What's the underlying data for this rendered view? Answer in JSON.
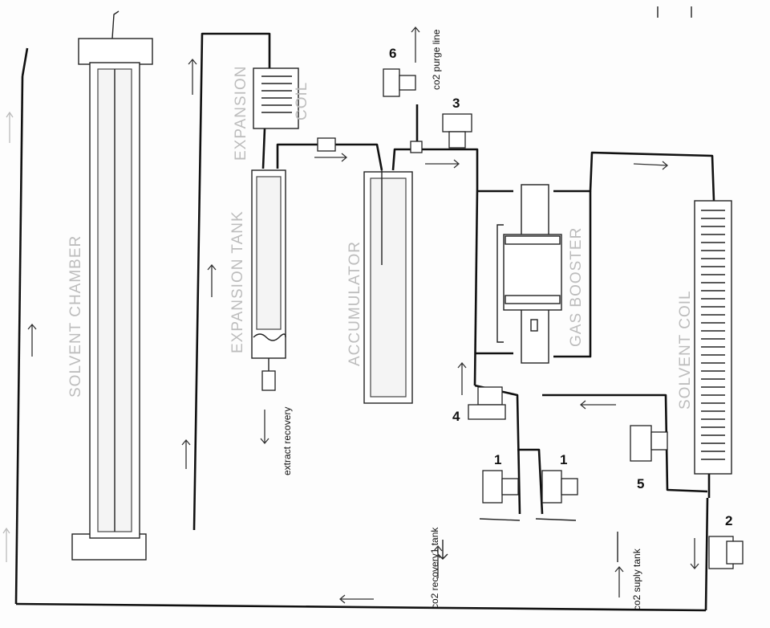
{
  "labels": {
    "solvent_chamber": "SOLVENT CHAMBER",
    "expansion_coil_1": "EXPANSION",
    "expansion_coil_2": "COIL",
    "expansion_tank": "EXPANSION TANK",
    "accumulator": "ACCUMULATOR",
    "gas_booster": "GAS BOOSTER",
    "solvent_coil": "SOLVENT COIL",
    "extract_recovery": "extract recovery",
    "co2_purge_line": "co2 purge line",
    "co2_recovery_tank": "co2 recovery1 tank",
    "co2_supply_tank": "co2 suply tank"
  },
  "valve_numbers": {
    "v6": "6",
    "v3": "3",
    "v4": "4",
    "v1a": "1",
    "v1b": "1",
    "v5": "5",
    "v2": "2"
  },
  "colors": {
    "line": "#111111",
    "label_gray": "#bdbdbd"
  }
}
